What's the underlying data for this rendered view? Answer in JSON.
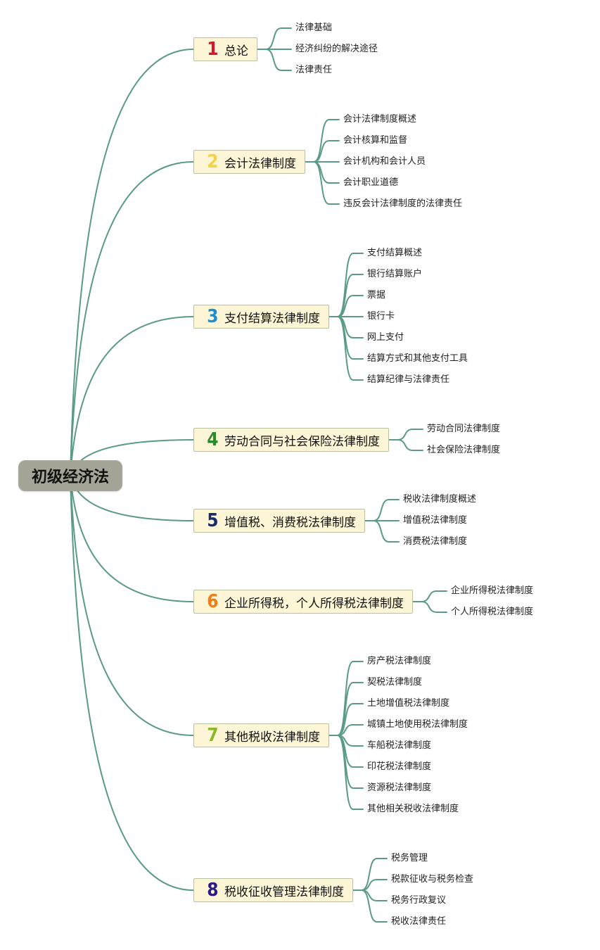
{
  "root": {
    "label": "初级经济法"
  },
  "topics": [
    {
      "number": "1",
      "title": "总论",
      "color": "#d7182a",
      "children": [
        "法律基础",
        "经济纠纷的解决途径",
        "法律责任"
      ]
    },
    {
      "number": "2",
      "title": "会计法律制度",
      "color": "#f3d24a",
      "children": [
        "会计法律制度概述",
        "会计核算和监督",
        "会计机构和会计人员",
        "会计职业道德",
        "违反会计法律制度的法律责任"
      ]
    },
    {
      "number": "3",
      "title": "支付结算法律制度",
      "color": "#1d8ed1",
      "children": [
        "支付结算概述",
        "银行结算账户",
        "票据",
        "银行卡",
        "网上支付",
        "结算方式和其他支付工具",
        "结算纪律与法律责任"
      ]
    },
    {
      "number": "4",
      "title": "劳动合同与社会保险法律制度",
      "color": "#2b8a2b",
      "children": [
        "劳动合同法律制度",
        "社会保险法律制度"
      ]
    },
    {
      "number": "5",
      "title": "增值税、消费税法律制度",
      "color": "#1b2a6b",
      "children": [
        "税收法律制度概述",
        "增值税法律制度",
        "消费税法律制度"
      ]
    },
    {
      "number": "6",
      "title": "企业所得税，个人所得税法律制度",
      "color": "#ef7d1a",
      "children": [
        "企业所得税法律制度",
        "个人所得税法律制度"
      ]
    },
    {
      "number": "7",
      "title": "其他税收法律制度",
      "color": "#8bb82b",
      "children": [
        "房产税法律制度",
        "契税法律制度",
        "土地增值税法律制度",
        "城镇土地使用税法律制度",
        "车船税法律制度",
        "印花税法律制度",
        "资源税法律制度",
        "其他相关税收法律制度"
      ]
    },
    {
      "number": "8",
      "title": "税收征收管理法律制度",
      "color": "#2b1a8a",
      "children": [
        "税务管理",
        "税款征收与税务检查",
        "税务行政复议",
        "税收法律责任"
      ]
    }
  ],
  "colors": {
    "line": "#5a9a86",
    "root_fill": "#a4a596",
    "topic_fill": "#fdf6d6"
  }
}
